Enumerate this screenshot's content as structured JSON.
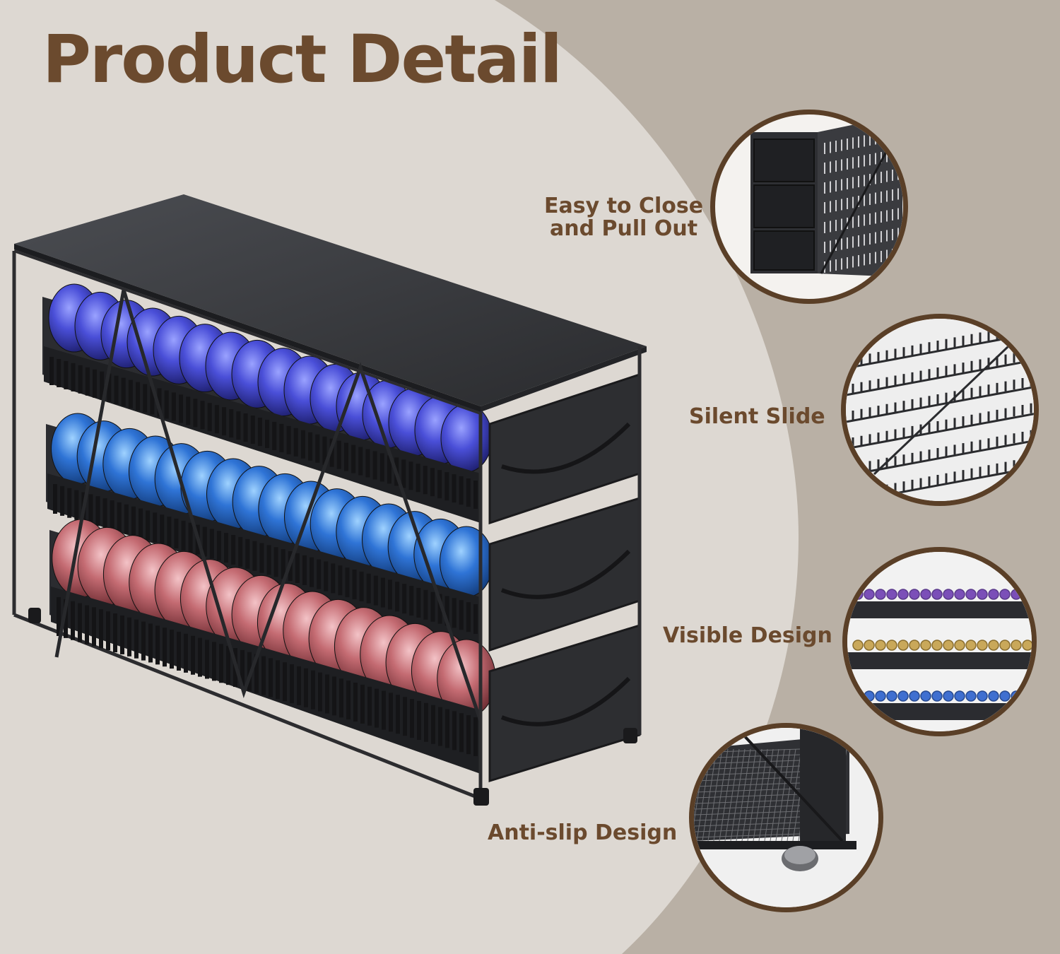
{
  "title": "Product Detail",
  "features": [
    {
      "line1": "Easy to Close",
      "line2": "and Pull Out",
      "image": "drawer-close-closeup"
    },
    {
      "line1": "Silent Slide",
      "image": "slide-rail-closeup"
    },
    {
      "line1": "Visible Design",
      "image": "capsule-rows-closeup"
    },
    {
      "line1": "Anti-slip Design",
      "image": "rubber-foot-closeup"
    }
  ],
  "colors": {
    "title": "#6b4a2e",
    "background_light": "#ddd8d2",
    "background_dark": "#b9b0a5",
    "circle_border": "#5a3f27",
    "capsule_top": "#4a4fd8",
    "capsule_mid": "#2f74d6",
    "capsule_bottom": "#c46b72"
  },
  "product_image": "three-tier-coffee-capsule-drawer-organizer"
}
